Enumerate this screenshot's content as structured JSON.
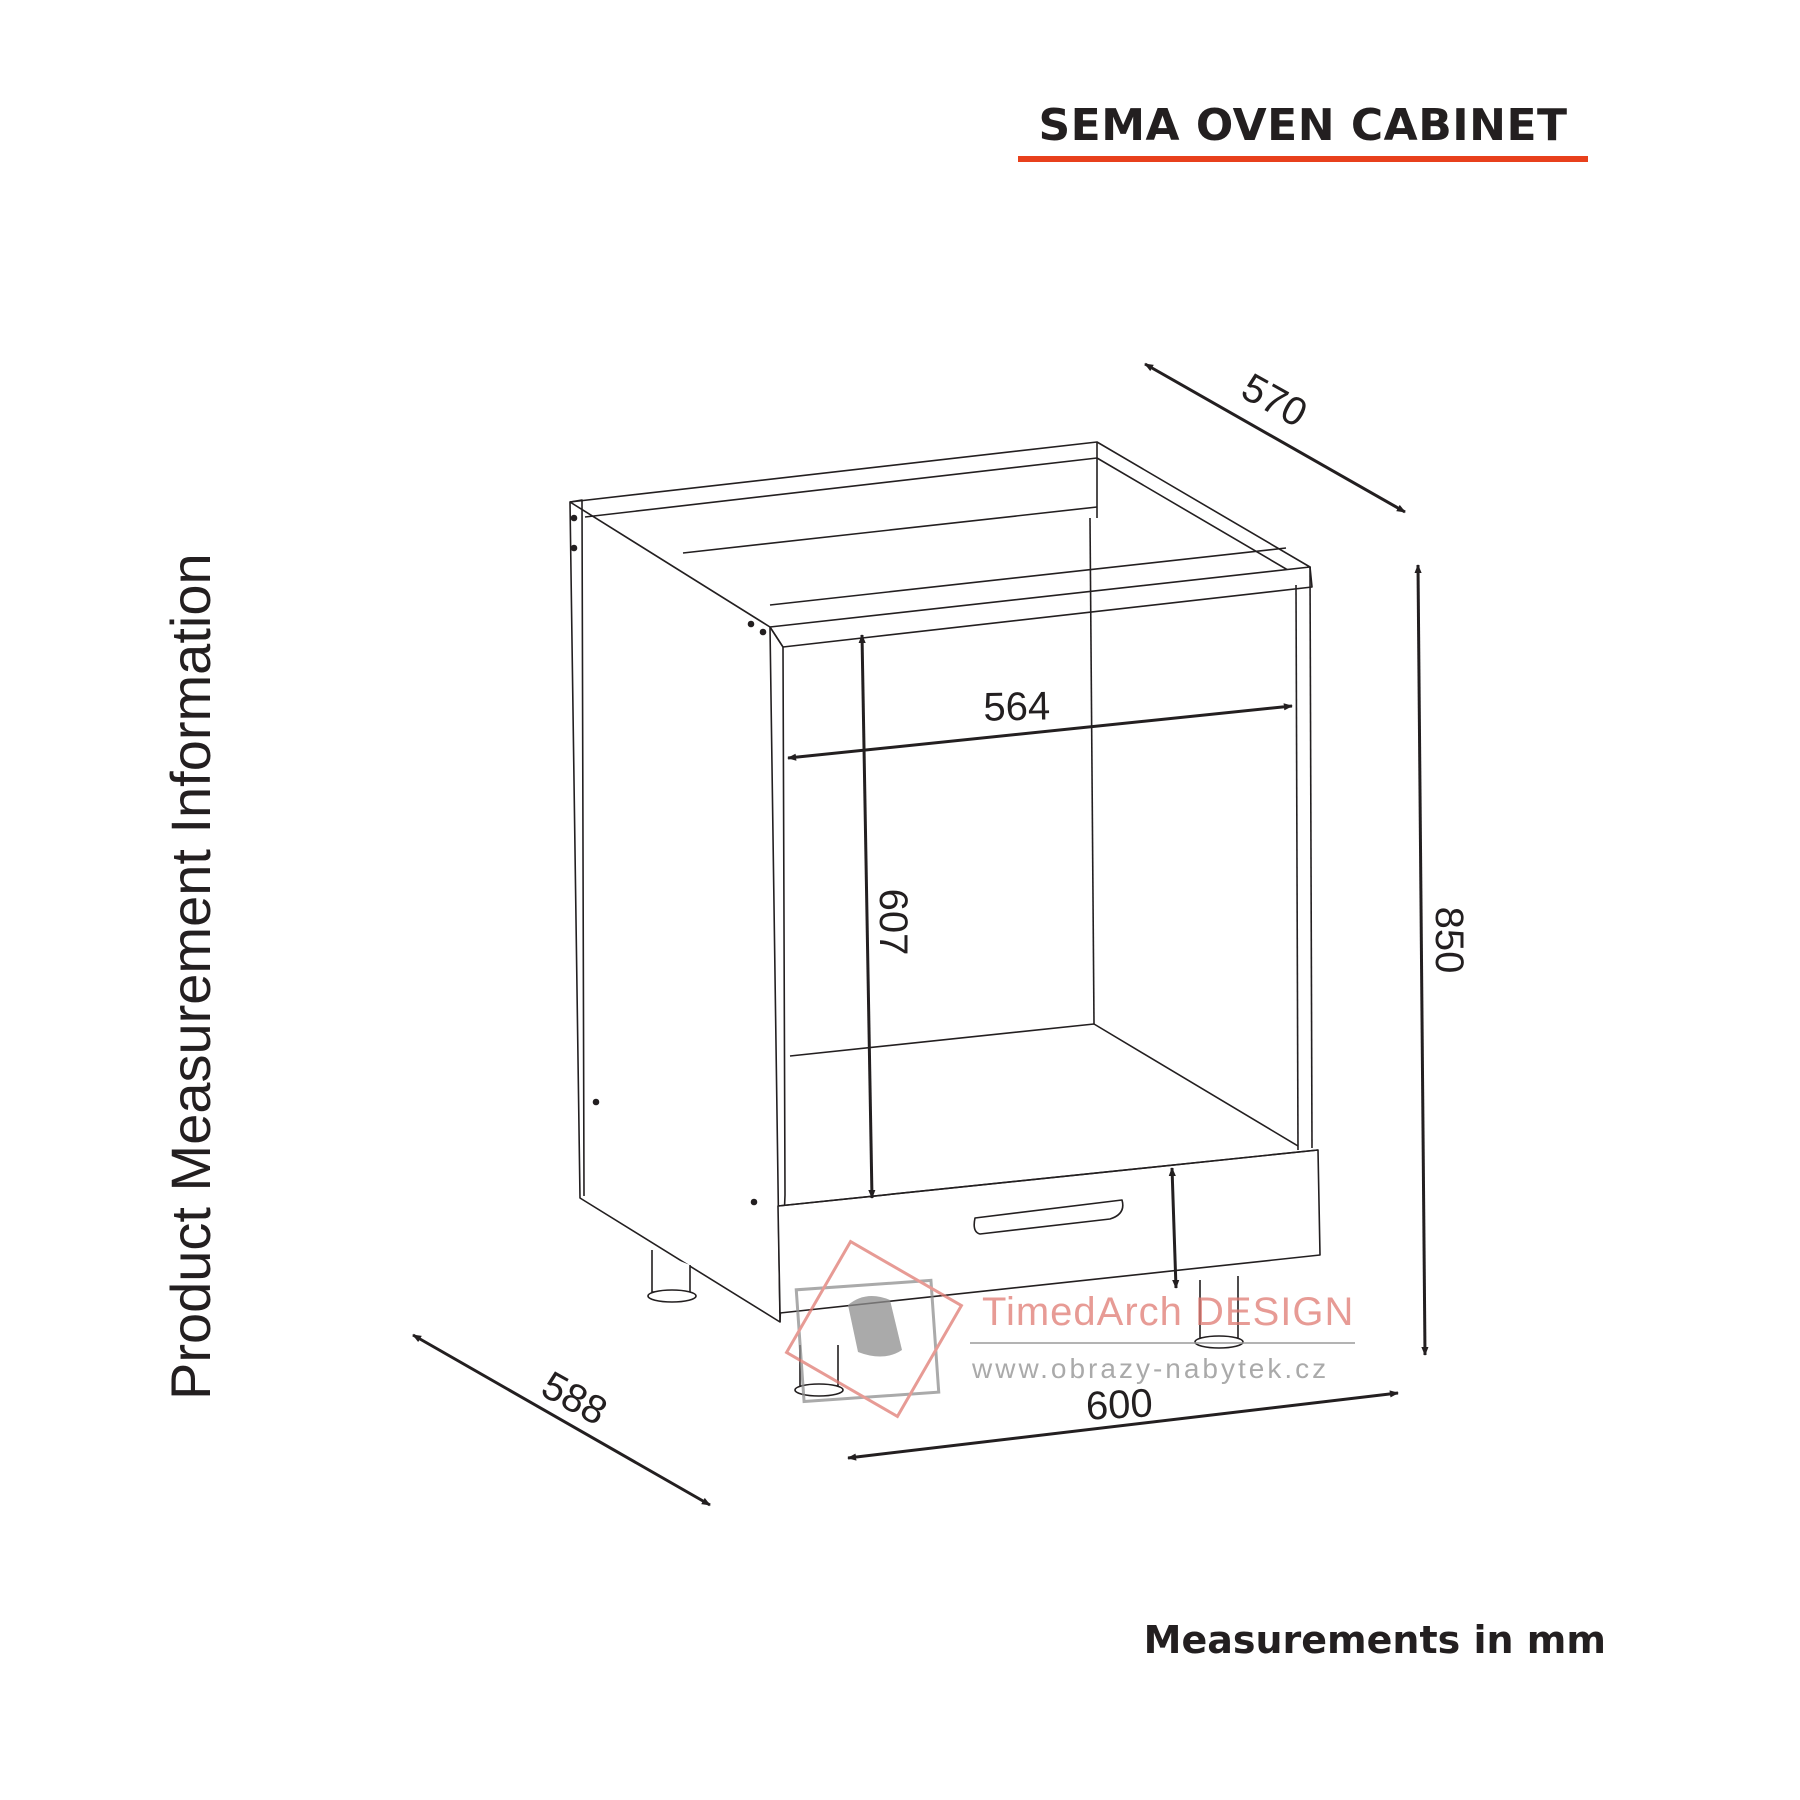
{
  "title": "SEMA OVEN CABINET",
  "side_label": "Product Measurement Information",
  "units_note": "Measurements in mm",
  "dimensions": {
    "top_depth": "570",
    "inner_width": "564",
    "inner_height": "607",
    "total_height": "850",
    "bottom_depth": "588",
    "total_width": "600"
  },
  "watermark": {
    "brand": "TimedArch DESIGN",
    "url": "www.obrazy-nabytek.cz"
  },
  "colors": {
    "accent": "#e8401c",
    "ink": "#231f20"
  }
}
